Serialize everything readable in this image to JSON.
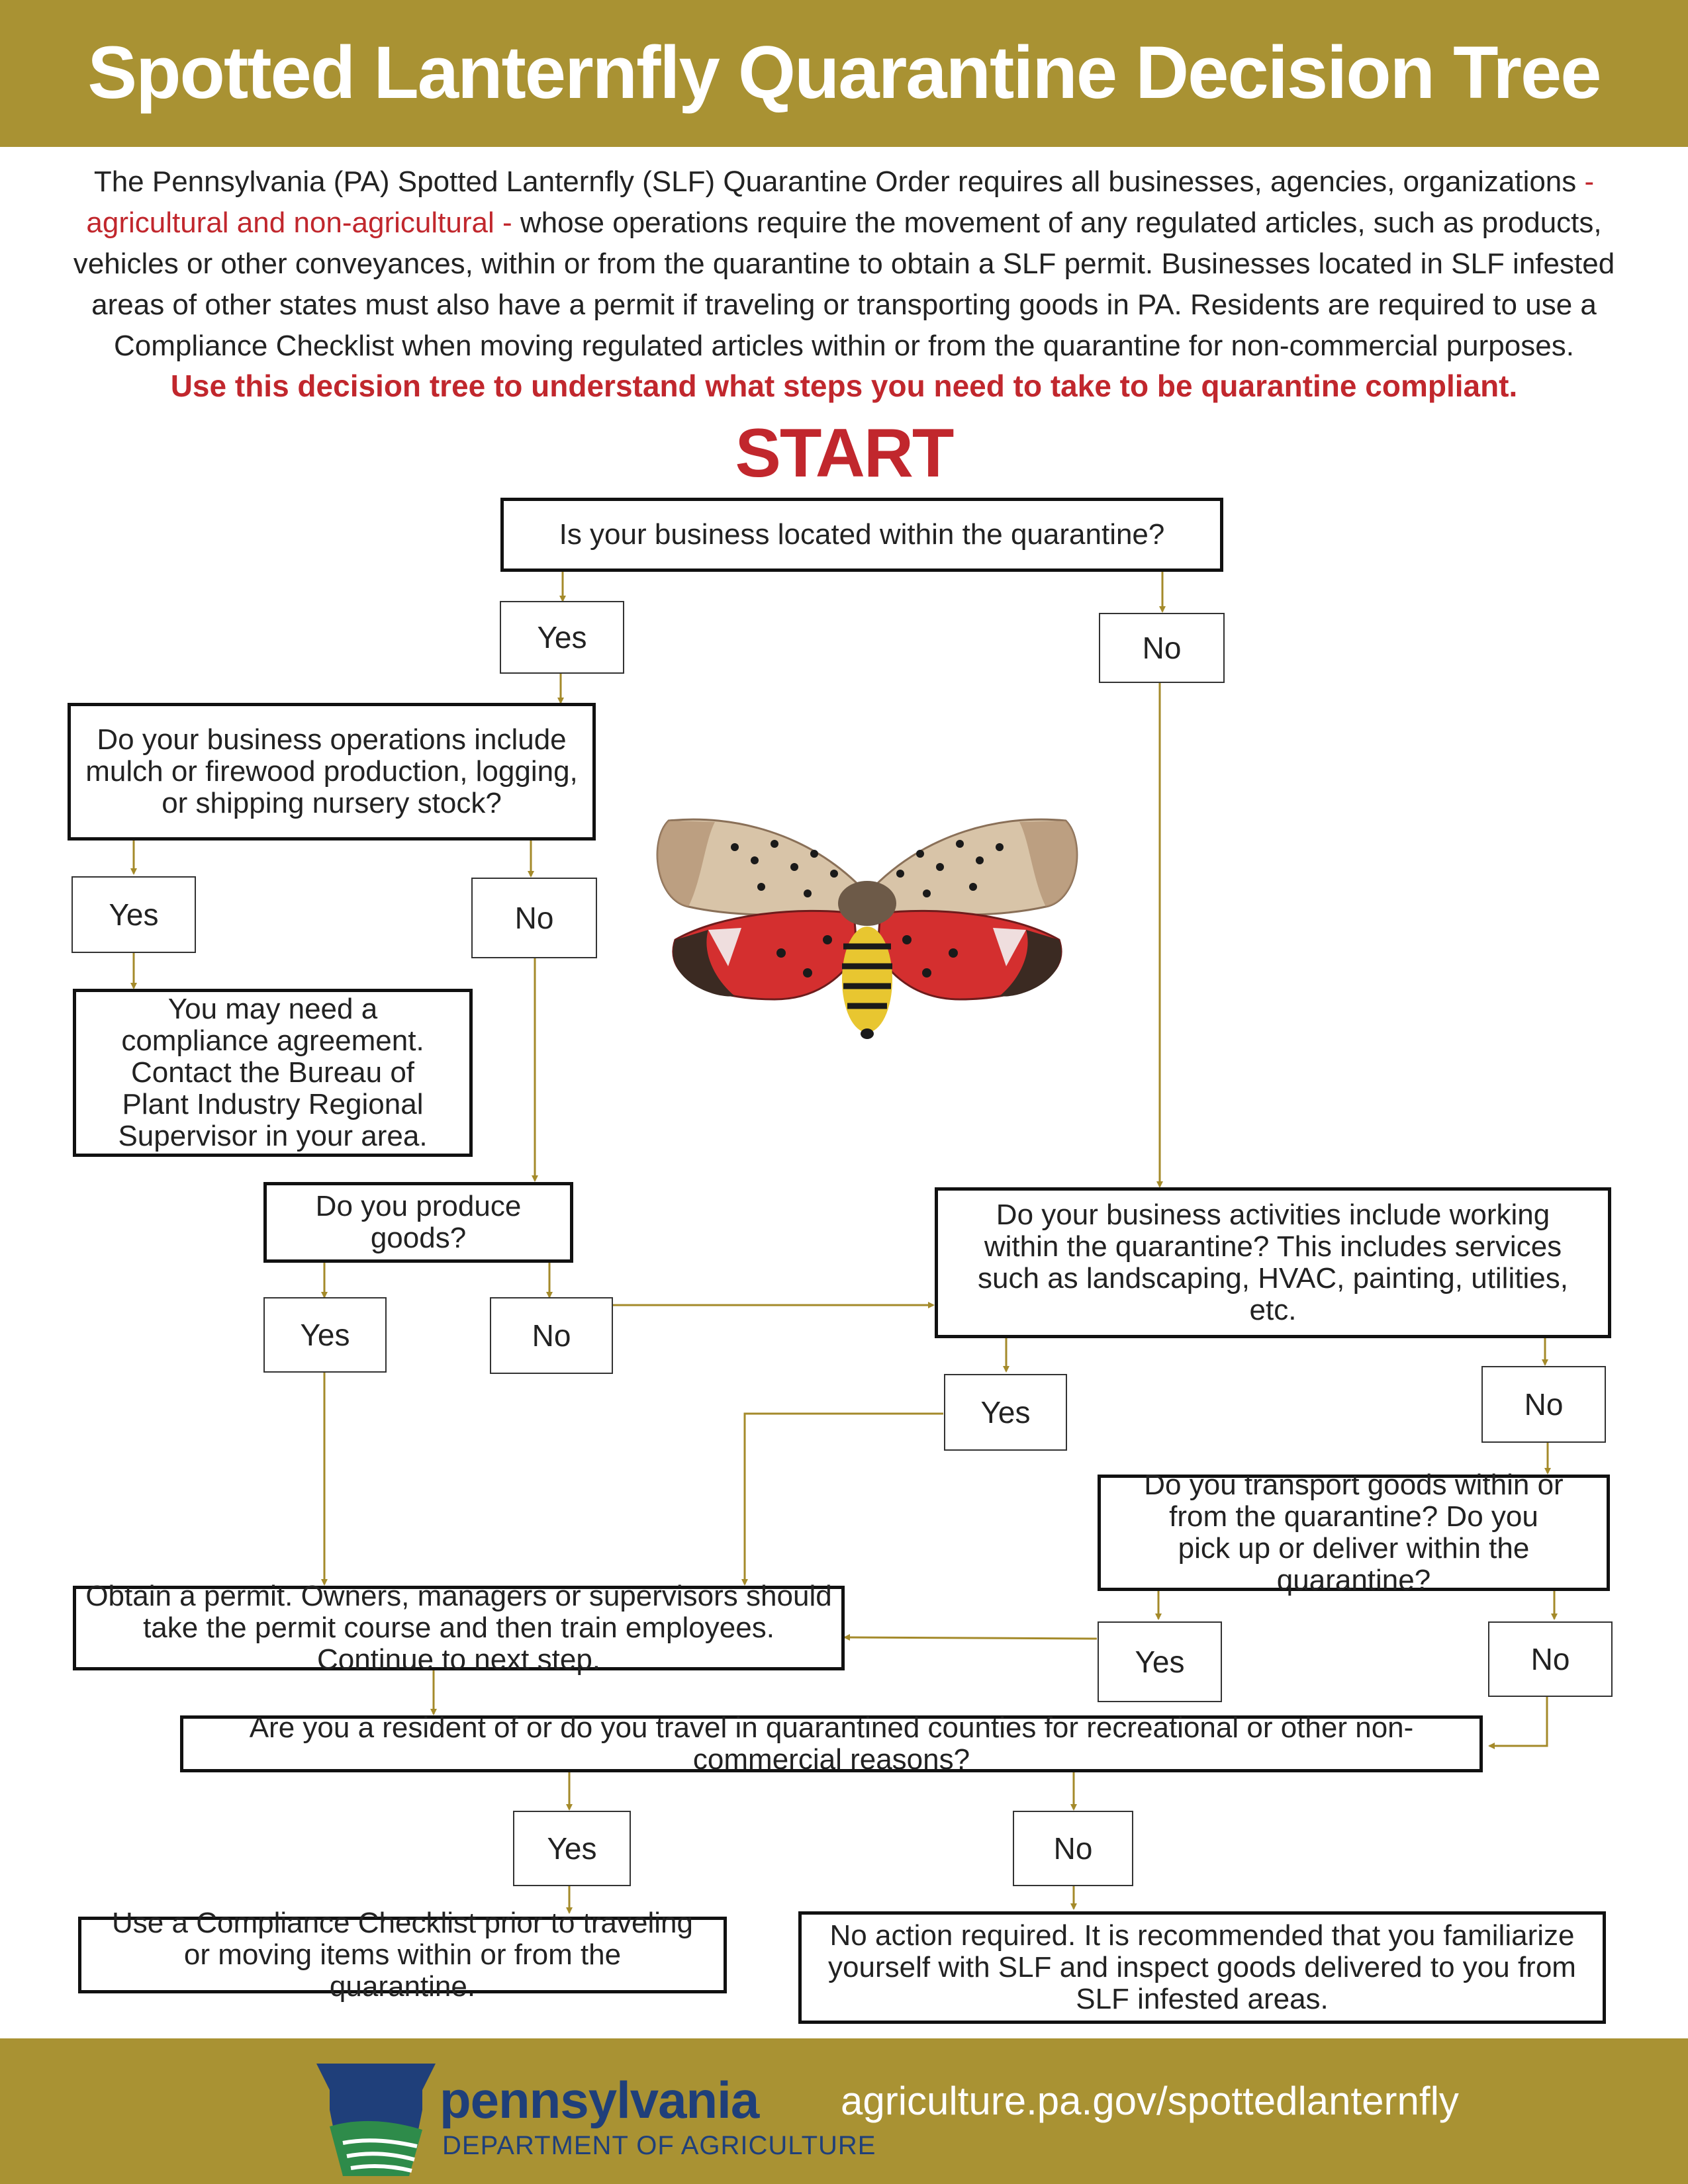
{
  "header": {
    "title": "Spotted Lanternfly Quarantine Decision Tree"
  },
  "intro": {
    "part1": "The Pennsylvania (PA) Spotted Lanternfly (SLF) Quarantine Order requires all businesses, agencies, organizations ",
    "part2": "-agricultural and non-agricultural - ",
    "part3": "whose operations require the movement of any regulated articles, such as products, vehicles or other conveyances, within or from the quarantine to obtain a SLF permit. Businesses located in SLF infested areas of other states must also have a permit if traveling or transporting goods in PA. Residents are required to use a Compliance Checklist when moving regulated articles within or from the quarantine for non-commercial purposes.",
    "cta": "Use this decision tree to understand what steps you need to take to be quarantine compliant."
  },
  "start_label": "START",
  "nodes": {
    "q_located": "Is your business located within the quarantine?",
    "a_located_yes": "Yes",
    "a_located_no": "No",
    "q_operations": "Do your business operations include mulch or firewood production, logging, or shipping nursery stock?",
    "a_operations_yes": "Yes",
    "a_operations_no": "No",
    "r_compliance_agreement": "You may need a compliance agreement. Contact the Bureau of Plant Industry Regional Supervisor in your area.",
    "q_produce": "Do you produce goods?",
    "a_produce_yes": "Yes",
    "a_produce_no": "No",
    "q_activities": "Do your business activities include working within the quarantine? This includes services such as landscaping, HVAC, painting, utilities, etc.",
    "a_activities_yes": "Yes",
    "a_activities_no": "No",
    "q_transport": "Do you transport goods within or from the quarantine? Do you pick up or deliver within the quarantine?",
    "a_transport_yes": "Yes",
    "a_transport_no": "No",
    "r_permit": "Obtain a permit. Owners, managers or supervisors should take the permit course and then train employees. Continue to next step.",
    "q_resident": "Are you a resident of or do you travel in quarantined counties for recreational or other non-commercial reasons?",
    "a_resident_yes": "Yes",
    "a_resident_no": "No",
    "r_checklist": "Use a Compliance Checklist prior to traveling or moving items within or from the quarantine.",
    "r_no_action": "No action required. It is recommended that you familiarize yourself with SLF and inspect goods delivered to you from SLF infested areas."
  },
  "footer": {
    "org_name": "pennsylvania",
    "department": "DEPARTMENT OF AGRICULTURE",
    "url": "agriculture.pa.gov/spottedlanternfly"
  },
  "colors": {
    "band": "#a99233",
    "accent_red": "#c1272d",
    "connector": "#a48a2a",
    "logo_blue": "#1f3f7a",
    "logo_green": "#2e8b4a"
  }
}
